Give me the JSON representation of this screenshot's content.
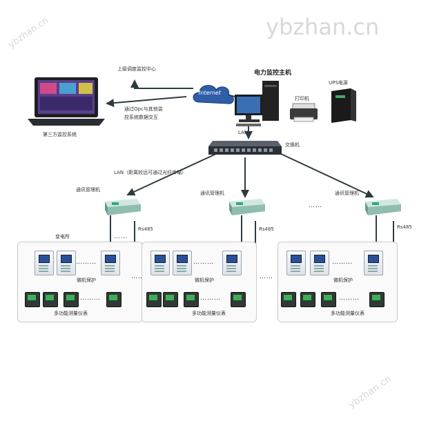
{
  "watermark_top": "ybzhan.cn",
  "watermark_left": "ybzhan.cn",
  "watermark_bottom": "ybzhan.cn",
  "host": {
    "title": "电力监控主机",
    "printer": "打印机",
    "ups": "UPS电源"
  },
  "internet_label": "Internet",
  "upper_center": "上级调度监控中心",
  "opc_line1": "通过Opc与其他监",
  "opc_line2": "控系统数据交互",
  "third_party": "第三方监控系统",
  "lan_top": "LAN",
  "switch_label": "交换机",
  "lan_note": "LAN（距离较远可通过光纤传输）",
  "comm_manager": "通讯管理机",
  "rs485": "Rs485",
  "substation": "变电所",
  "relay_protection": "微机保护",
  "multi_meter": "多功能测量仪表",
  "dots_relay": "………",
  "dots_top": "……",
  "dots_between": "……",
  "colors": {
    "switch": "#2b2f36",
    "manager": "#b9d8cf",
    "arrow": "#2f3a3f",
    "cloud": "#2e5ea8"
  },
  "icons": [
    "laptop-icon",
    "cloud-icon",
    "desktop-pc-icon",
    "printer-icon",
    "ups-icon",
    "network-switch-icon",
    "comm-manager-icon",
    "relay-icon",
    "meter-icon"
  ]
}
